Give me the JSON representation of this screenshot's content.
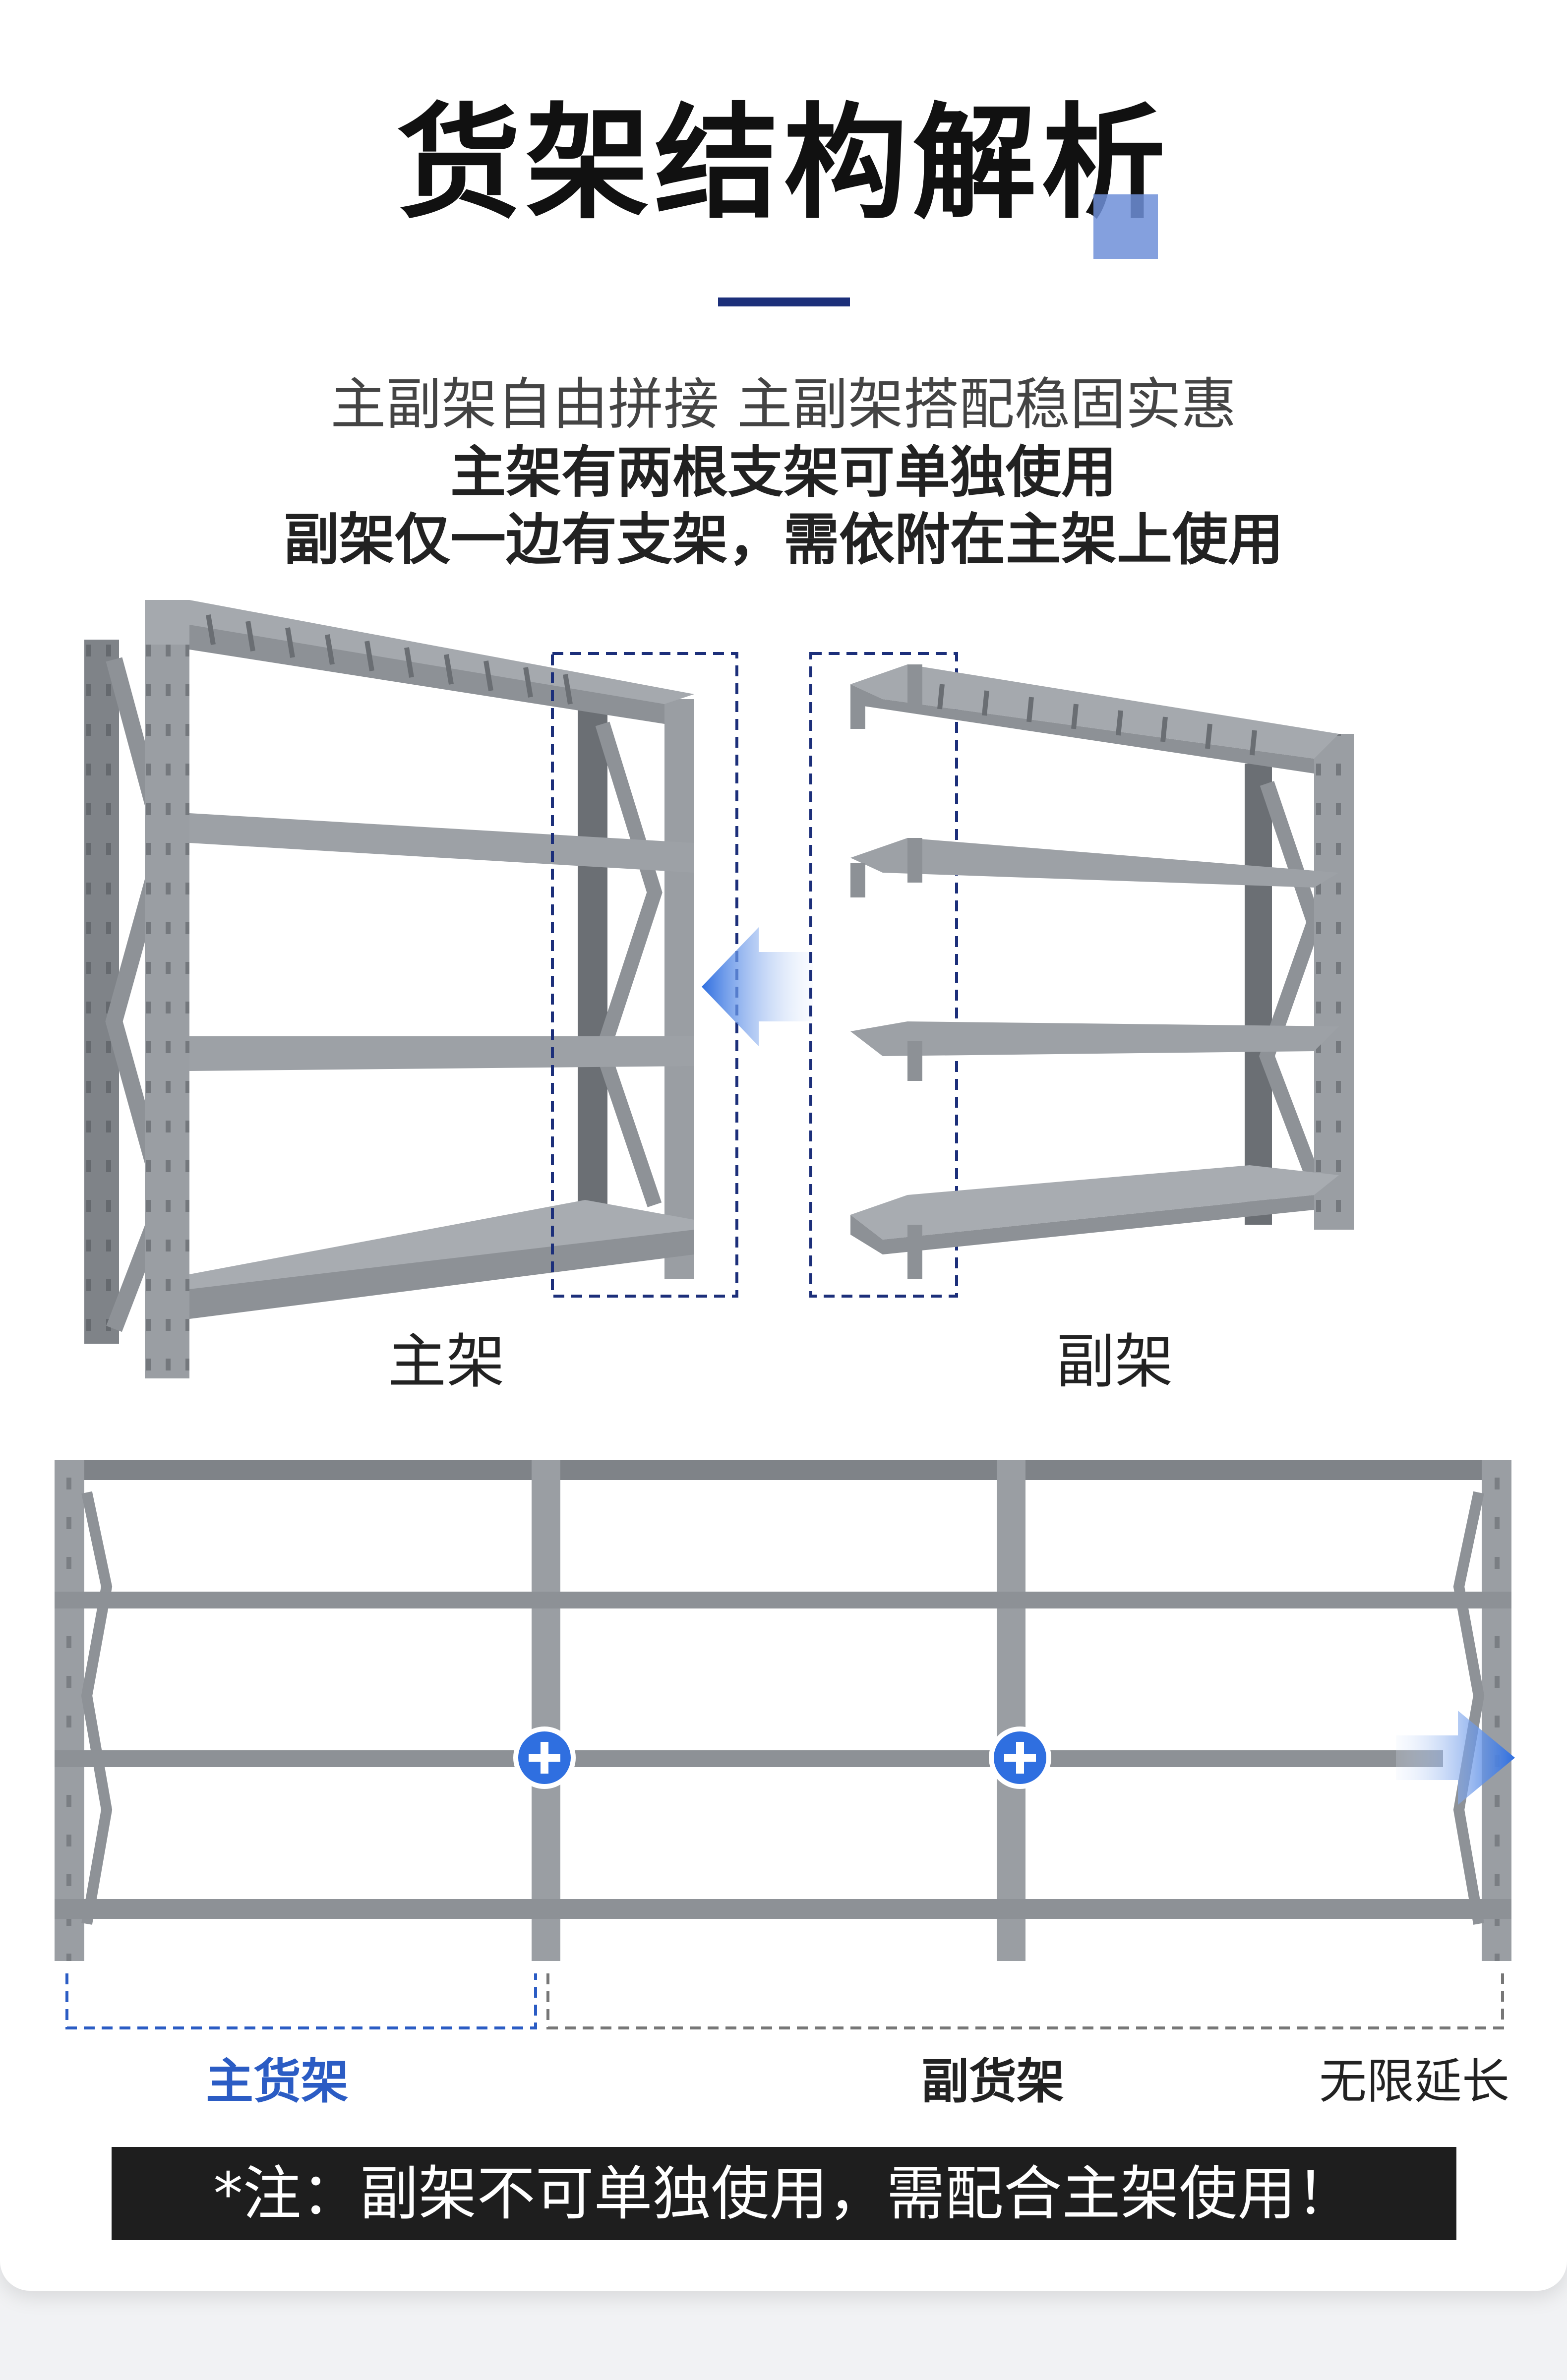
{
  "title": "货架结构解析",
  "subtitle_lines": [
    "主副架自由拼接 主副架搭配稳固实惠",
    "主架有两根支架可单独使用",
    "副架仅一边有支架，需依附在主架上使用"
  ],
  "labels": {
    "main_frame": "主架",
    "sub_frame": "副架",
    "main_rack": "主货架",
    "sub_rack": "副货架",
    "extend": "无限延长"
  },
  "notice": "*注：副架不可单独使用，需配合主架使用！",
  "colors": {
    "accent_blue": "#2b5cc4",
    "frame_gray": "#8a8e93",
    "dark_navy": "#1c2f7a",
    "notice_bg": "#1e1e1e"
  },
  "icons": [
    "arrow-left-icon",
    "plus-circle-icon",
    "arrow-right-icon"
  ]
}
